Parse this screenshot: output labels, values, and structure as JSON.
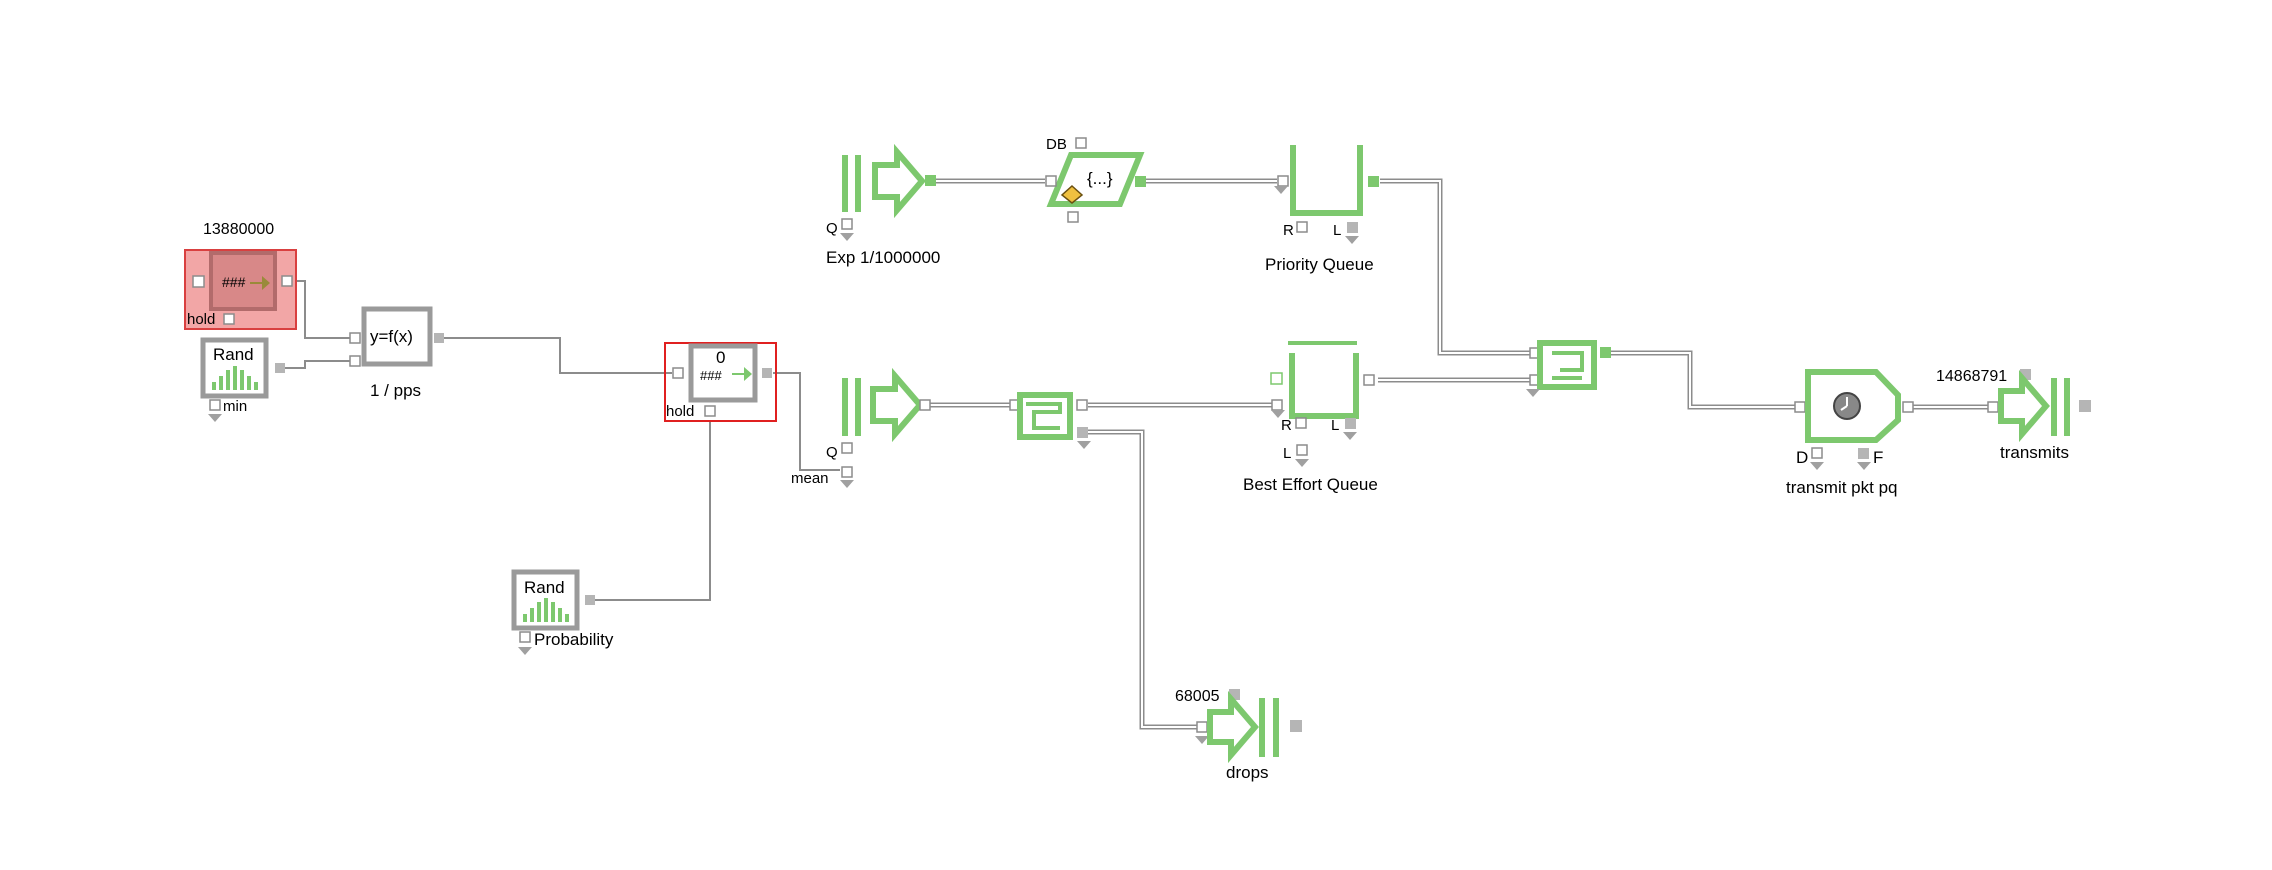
{
  "blocks": {
    "clock_hold": {
      "value": "13880000",
      "port_label": "hold"
    },
    "rand_min": {
      "title": "Rand",
      "port_label": "min"
    },
    "equation": {
      "expression": "y=f(x)",
      "label": "1 / pps"
    },
    "hold_block": {
      "value": "0",
      "port_label": "hold"
    },
    "rand_prob": {
      "title": "Rand",
      "port_label": "Probability"
    },
    "create_exp": {
      "port_q": "Q",
      "label": "Exp 1/1000000"
    },
    "set_db": {
      "port_db": "DB",
      "symbol": "{...}"
    },
    "priority_queue": {
      "port_r": "R",
      "port_l": "L",
      "label": "Priority Queue"
    },
    "create_mean": {
      "port_q": "Q",
      "port_mean": "mean"
    },
    "best_effort_queue": {
      "port_r": "R",
      "port_l": "L",
      "label": "Best Effort Queue"
    },
    "transmit": {
      "port_d": "D",
      "port_f": "F",
      "label": "transmit pkt pq"
    },
    "transmits_exit": {
      "count": "14868791",
      "label": "transmits"
    },
    "drops_exit": {
      "count": "68005",
      "label": "drops"
    }
  },
  "colors": {
    "block_green": "#7dc86e",
    "block_gray": "#9a9a9a",
    "connector": "#8c8c8c",
    "highlight_fill": "#f2a6a6",
    "highlight_border": "#d94040",
    "red_frame": "#e02020",
    "warning": "#f0c040"
  }
}
